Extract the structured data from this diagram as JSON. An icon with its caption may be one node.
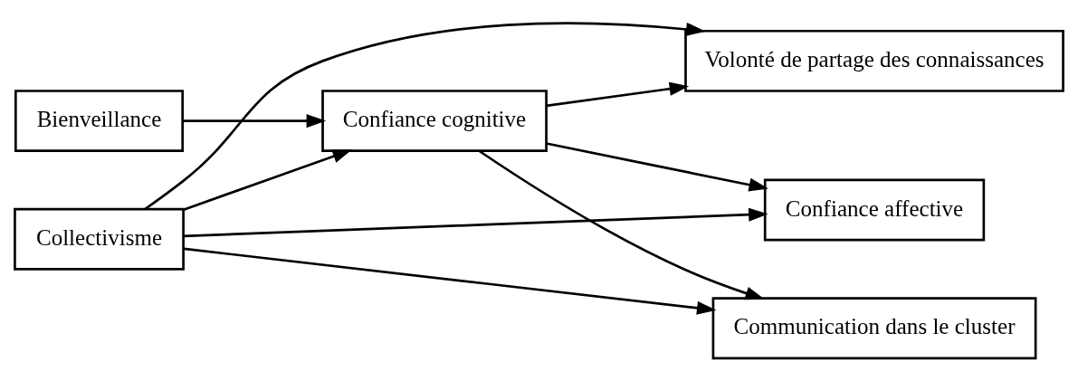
{
  "diagram": {
    "nodes": [
      {
        "text": [
          "Collectivisme"
        ]
      },
      {
        "text": [
          "Volonté de partage des connaissances"
        ]
      },
      {
        "text": [
          "Bienveillance"
        ]
      },
      {
        "text": [
          "Confiance cognitive"
        ]
      },
      {
        "text": [
          "Communication dans le cluster"
        ]
      },
      {
        "text": [
          "Confiance affective"
        ]
      }
    ],
    "edges": [
      {
        "from": 0,
        "to": 1,
        "arrow": "to"
      },
      {
        "from": 0,
        "to": 4,
        "arrow": "to"
      },
      {
        "from": 0,
        "to": 3,
        "arrow": "to"
      },
      {
        "from": 0,
        "to": 5,
        "arrow": "to"
      },
      {
        "from": 2,
        "to": 3,
        "arrow": "to"
      },
      {
        "from": 3,
        "to": 1,
        "arrow": "to"
      },
      {
        "from": 3,
        "to": 4,
        "arrow": "to"
      },
      {
        "from": 3,
        "to": 5,
        "arrow": "to"
      }
    ]
  }
}
